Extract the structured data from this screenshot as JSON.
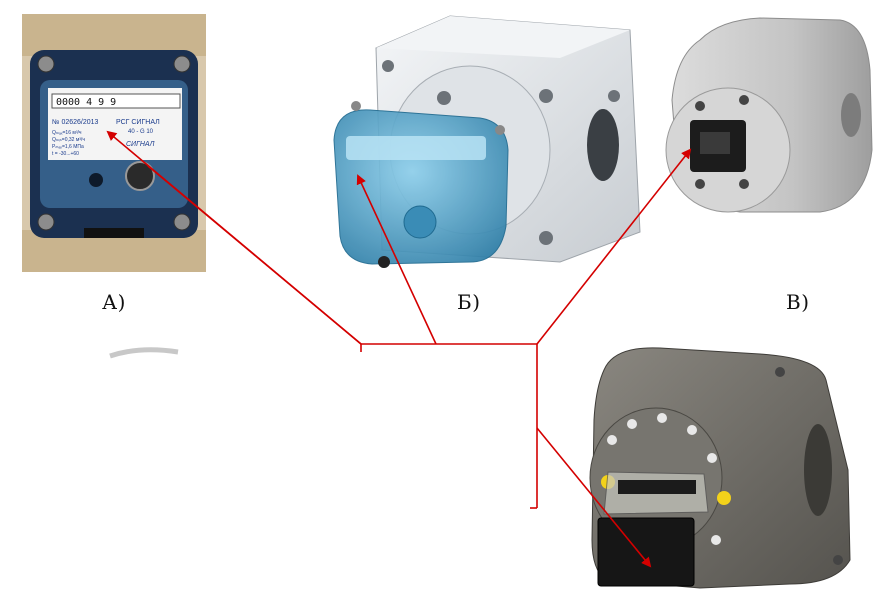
{
  "labels": {
    "a": "А)",
    "b": "Б)",
    "v": "В)"
  },
  "meter_a": {
    "counter_digits": "0000 4 9 9",
    "serial": "№ 02626/2013",
    "brand": "РСГ СИГНАЛ",
    "model": "40 - G 10",
    "specs": [
      "Qₘₐₓ=16 м³/ч",
      "Qₘᵢₙ=0,32 м³/ч",
      "Pₘₐₓ=1,6 МПа",
      "t = -30...+60"
    ],
    "logo": "СИГНАЛ"
  },
  "colors": {
    "pointer": "#d40000",
    "meter_a_body": "#1b3050",
    "meter_b_body": "#e6e9ec",
    "meter_b_counter": "#4d9ec6",
    "meter_c_body": "#c9c9c9",
    "meter_d_body": "#6e6c66",
    "accent_yellow": "#f3d21a"
  }
}
